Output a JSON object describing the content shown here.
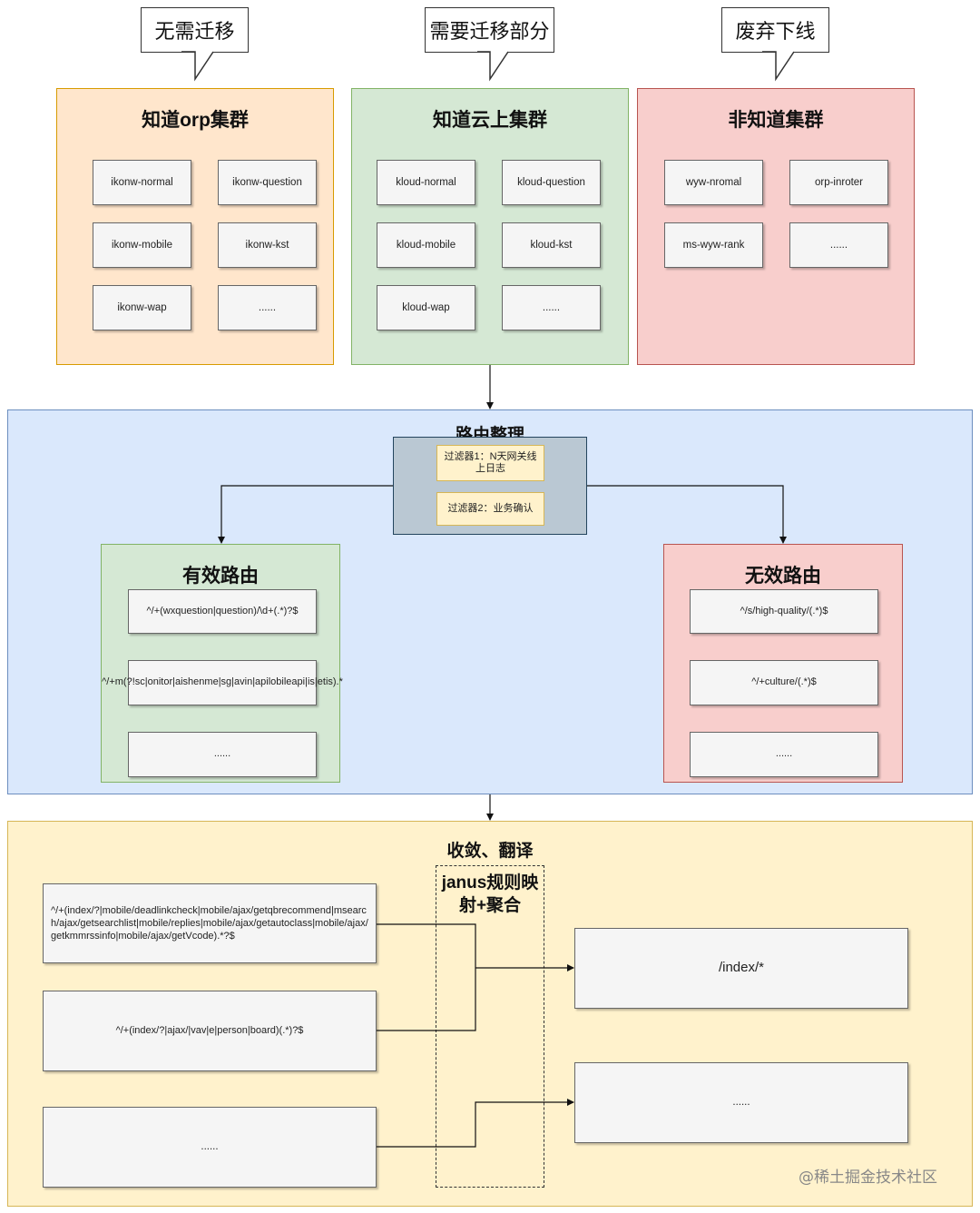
{
  "callouts": {
    "no_migration": "无需迁移",
    "need_migration": "需要迁移部分",
    "deprecated": "废弃下线"
  },
  "clusters": {
    "orp": {
      "title": "知道orp集群",
      "nodes": [
        "ikonw-normal",
        "ikonw-question",
        "ikonw-mobile",
        "ikonw-kst",
        "ikonw-wap",
        "......"
      ]
    },
    "cloud": {
      "title": "知道云上集群",
      "nodes": [
        "kloud-normal",
        "kloud-question",
        "kloud-mobile",
        "kloud-kst",
        "kloud-wap",
        "......"
      ]
    },
    "non": {
      "title": "非知道集群",
      "nodes": [
        "wyw-nromal",
        "orp-inroter",
        "ms-wyw-rank",
        "......"
      ]
    }
  },
  "routing": {
    "title": "路由整理",
    "filters": [
      "过滤器1：N天网关线上日志",
      "过滤器2：业务确认"
    ],
    "valid": {
      "title": "有效路由",
      "items": [
        "^/+(wxquestion|question)/\\d+(.*)?$",
        "^/+m(?!sc|onitor|aishenme|sg|avin|apilobileapi|is|etis).*",
        "......"
      ]
    },
    "invalid": {
      "title": "无效路由",
      "items": [
        "^/s/high-quality/(.*)$",
        "^/+culture/(.*)$",
        "......"
      ]
    }
  },
  "convergence": {
    "title": "收敛、翻译",
    "janus_label": "janus规则映射+聚合",
    "sources": [
      "^/+(index/?|mobile/deadlinkcheck|mobile/ajax/getqbrecommend|msearch/ajax/getsearchlist|mobile/replies|mobile/ajax/getautoclass|mobile/ajax/getkmmrssinfo|mobile/ajax/getVcode).*?$",
      "^/+(index/?|ajax/|vav|e|person|board)(.*)?$",
      "......"
    ],
    "targets": [
      "/index/*",
      "......"
    ]
  },
  "watermark": "@稀土掘金技术社区",
  "colors": {
    "orange_fill": "#ffe6cc",
    "orange_border": "#d79b00",
    "green_fill": "#d5e8d4",
    "green_border": "#82b366",
    "red_fill": "#f8cecc",
    "red_border": "#b85450",
    "blue_fill": "#dae8fc",
    "blue_border": "#6c8ebf",
    "gray_fill": "#bac8d3",
    "gray_border": "#23445d",
    "yellow_fill": "#fff2cc",
    "yellow_border": "#d6b656"
  }
}
